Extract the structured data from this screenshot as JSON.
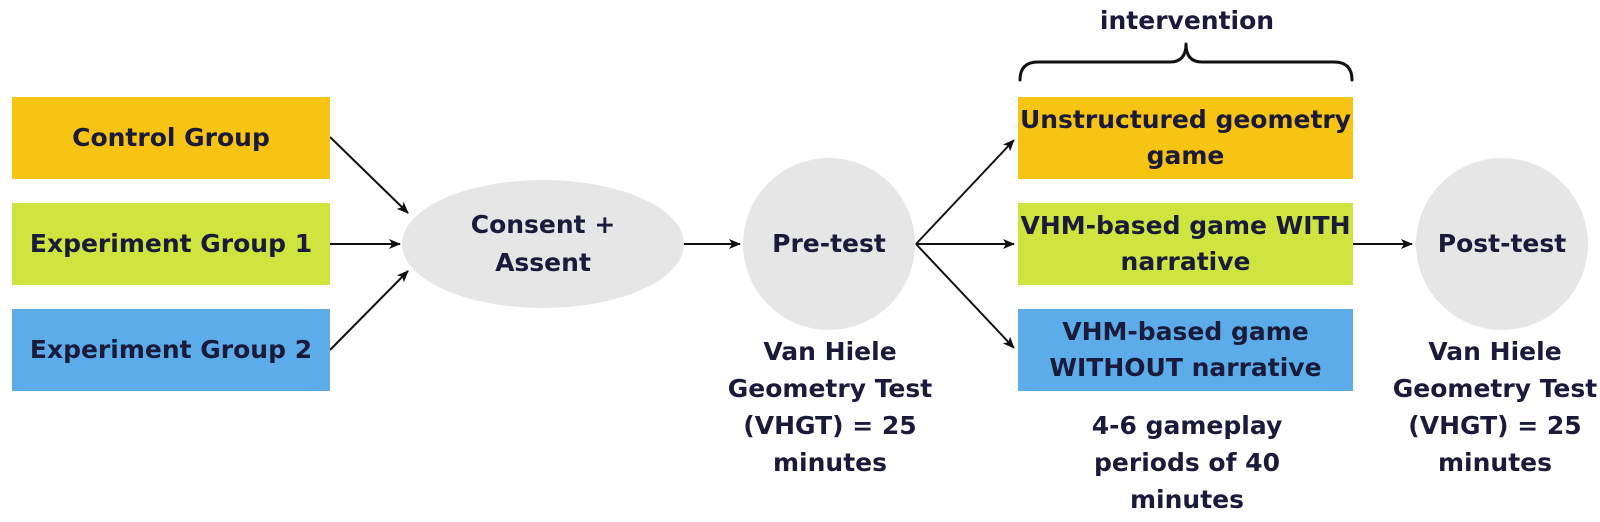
{
  "groups": {
    "control": "Control Group",
    "experiment1": "Experiment Group 1",
    "experiment2": "Experiment Group 2"
  },
  "steps": {
    "consent": "Consent +\nAssent",
    "pretest": "Pre-test",
    "posttest": "Post-test"
  },
  "intervention": {
    "label": "intervention",
    "conditions": {
      "unstructured": "Unstructured geometry\ngame",
      "with_narrative": "VHM-based game WITH\nnarrative",
      "without_narrative": "VHM-based game\nWITHOUT narrative"
    },
    "caption": "4-6 gameplay\nperiods of 40\nminutes"
  },
  "captions": {
    "pretest": "Van Hiele\nGeometry Test\n(VHGT) = 25\nminutes",
    "posttest": "Van Hiele\nGeometry Test\n(VHGT) = 25\nminutes"
  },
  "colors": {
    "yellow": "#f8c413",
    "green": "#cfe53f",
    "blue": "#5dacea",
    "node_gray": "#e6e6e6",
    "text": "#1a1a3a"
  }
}
